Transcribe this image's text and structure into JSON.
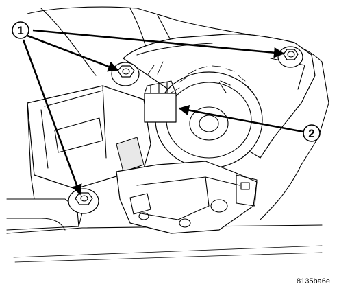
{
  "callouts": [
    {
      "label": "1"
    },
    {
      "label": "2"
    }
  ],
  "reference_code": "8135ba6e",
  "colors": {
    "line": "#000000",
    "background": "#ffffff"
  }
}
